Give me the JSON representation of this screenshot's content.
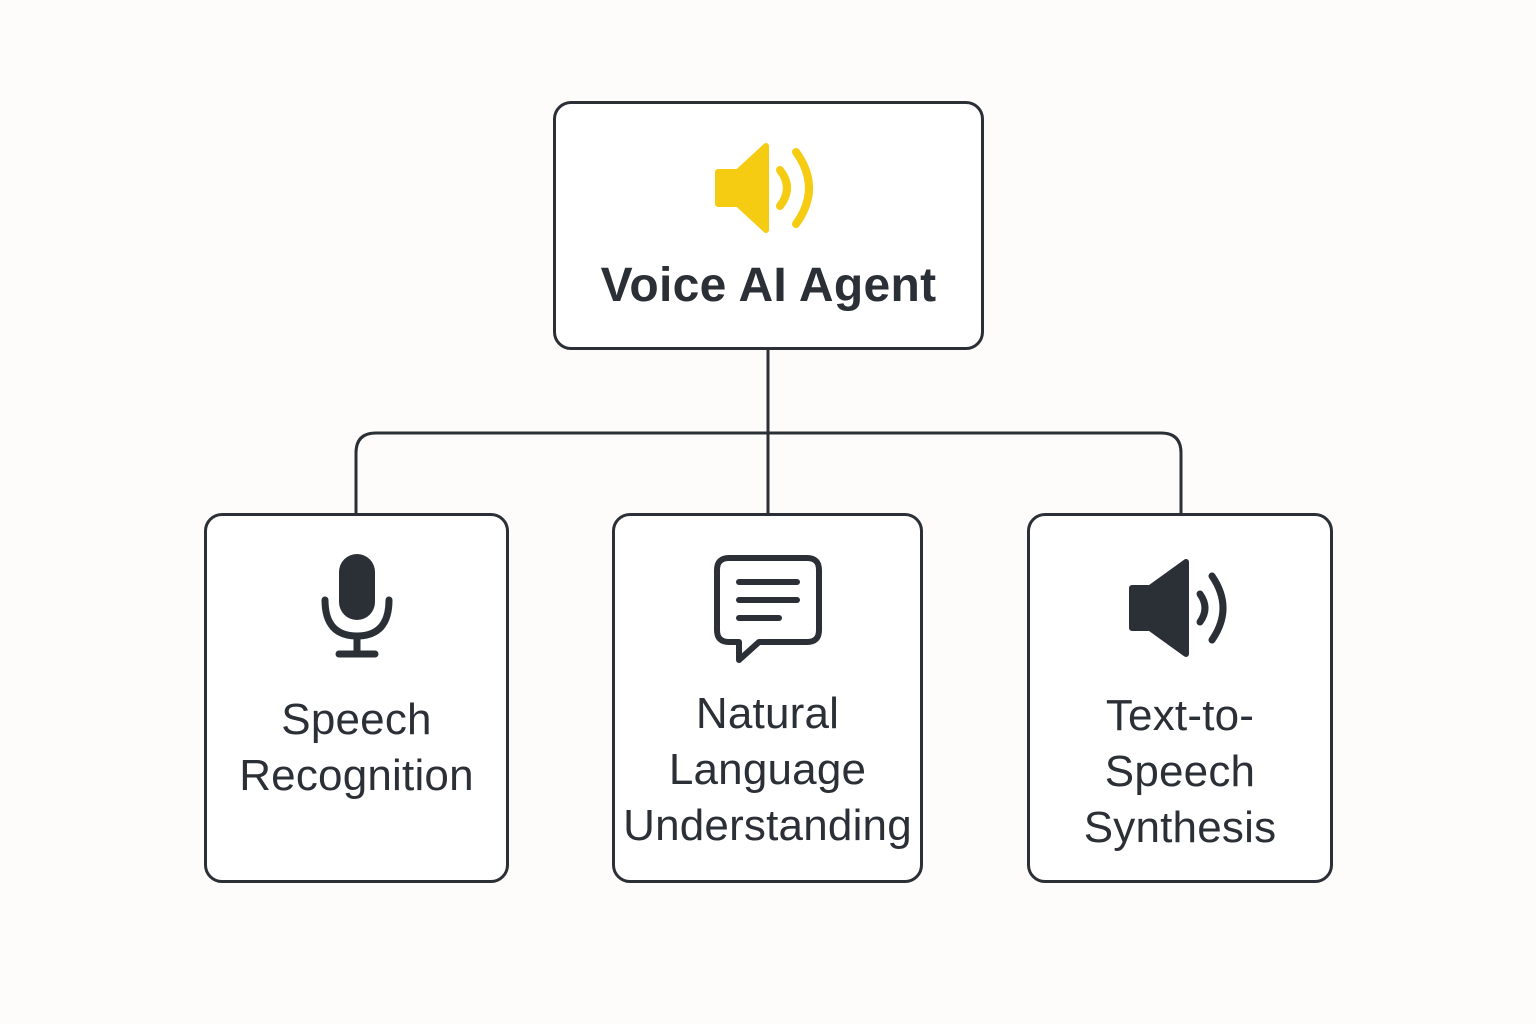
{
  "root": {
    "title": "Voice AI Agent",
    "icon": "speaker-icon",
    "icon_color": "#f5cc12"
  },
  "children": [
    {
      "lines": [
        "Speech",
        "Recognition"
      ],
      "icon": "microphone-icon"
    },
    {
      "lines": [
        "Natural",
        "Language",
        "Understanding"
      ],
      "icon": "chat-bubble-icon"
    },
    {
      "lines": [
        "Text-to-",
        "Speech",
        "Synthesis"
      ],
      "icon": "speaker-icon"
    }
  ],
  "colors": {
    "stroke": "#2b2f36",
    "background": "#fdfcfa",
    "node_fill": "#ffffff",
    "accent": "#f5cc12"
  }
}
